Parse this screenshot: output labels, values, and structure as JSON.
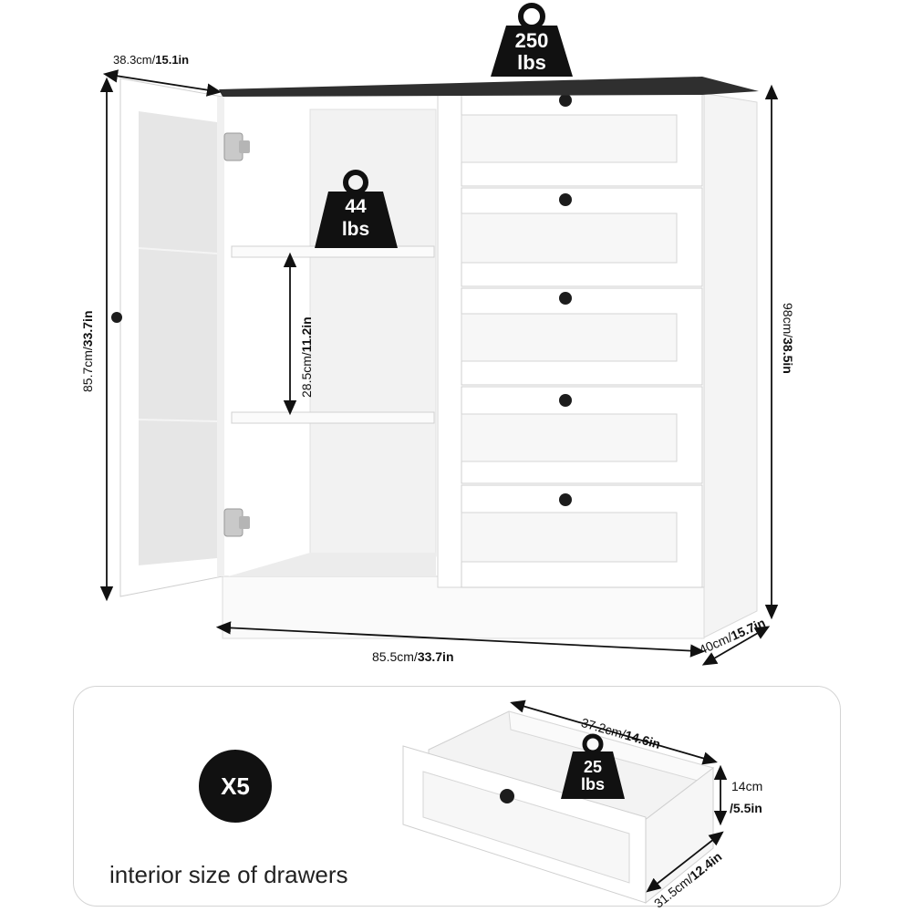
{
  "weights": {
    "top": {
      "value": "250",
      "unit": "lbs"
    },
    "shelf": {
      "value": "44",
      "unit": "lbs"
    },
    "drawer": {
      "value": "25",
      "unit": "lbs"
    }
  },
  "dimensions": {
    "door_width": {
      "metric": "38.3cm/",
      "imperial": "15.1in"
    },
    "door_height": {
      "metric": "85.7cm/",
      "imperial": "33.7in"
    },
    "shelf_gap": {
      "metric": "28.5cm/",
      "imperial": "11.2in"
    },
    "total_height": {
      "metric": "98cm/",
      "imperial": "38.5in"
    },
    "total_width": {
      "metric": "85.5cm/",
      "imperial": "33.7in"
    },
    "depth": {
      "metric": "40cm/",
      "imperial": "15.7in"
    }
  },
  "drawer_detail": {
    "count_badge": "X5",
    "caption": "interior size of drawers",
    "width": {
      "metric": "37.2cm/",
      "imperial": "14.6in"
    },
    "height": {
      "metric": "14cm",
      "imperial": "/5.5in"
    },
    "depth": {
      "metric": "31.5cm/",
      "imperial": "12.4in"
    }
  },
  "colors": {
    "top_surface": "#2f2f2f",
    "cabinet": "#ffffff",
    "cabinet_shade": "#f1f1f1",
    "glass": "#e9e9e9",
    "knob": "#1c1c1c",
    "weight_icon": "#111111"
  },
  "icons": [
    "weight-icon",
    "knob-icon",
    "hinge-icon",
    "dimension-arrow-icon"
  ]
}
